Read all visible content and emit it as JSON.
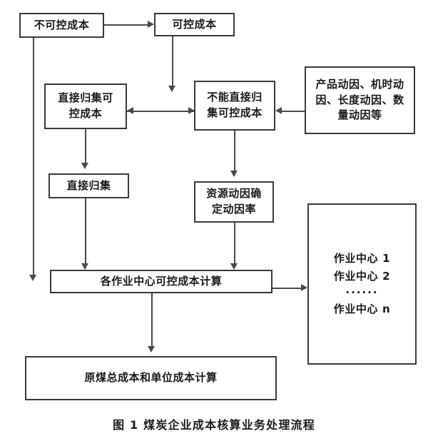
{
  "diagram": {
    "caption": "图 1  煤炭企业成本核算业务处理流程",
    "colors": {
      "box_border": "#3a3a3a",
      "connector": "#4a4a4a",
      "background": "#ffffff",
      "text": "#1a1a1a"
    },
    "nodes": {
      "uncontrollable_cost": "不可控成本",
      "controllable_cost": "可控成本",
      "direct_collect_controllable_cost": "直接归集可\n控成本",
      "indirect_controllable_cost": "不能直接归\n集可控成本",
      "cost_drivers": "产品动因、机时动\n因、长度动因、数\n量动因等",
      "direct_collect": "直接归集",
      "resource_driver_rate": "资源动因确\n定动因率",
      "work_center_cost_calc": "各作业中心可控成本计算",
      "total_and_unit_cost_calc": "原煤总成本和单位成本计算"
    },
    "work_centers": {
      "items": [
        "作业中心 1",
        "作业中心 2",
        "······",
        "作业中心 n"
      ]
    }
  }
}
